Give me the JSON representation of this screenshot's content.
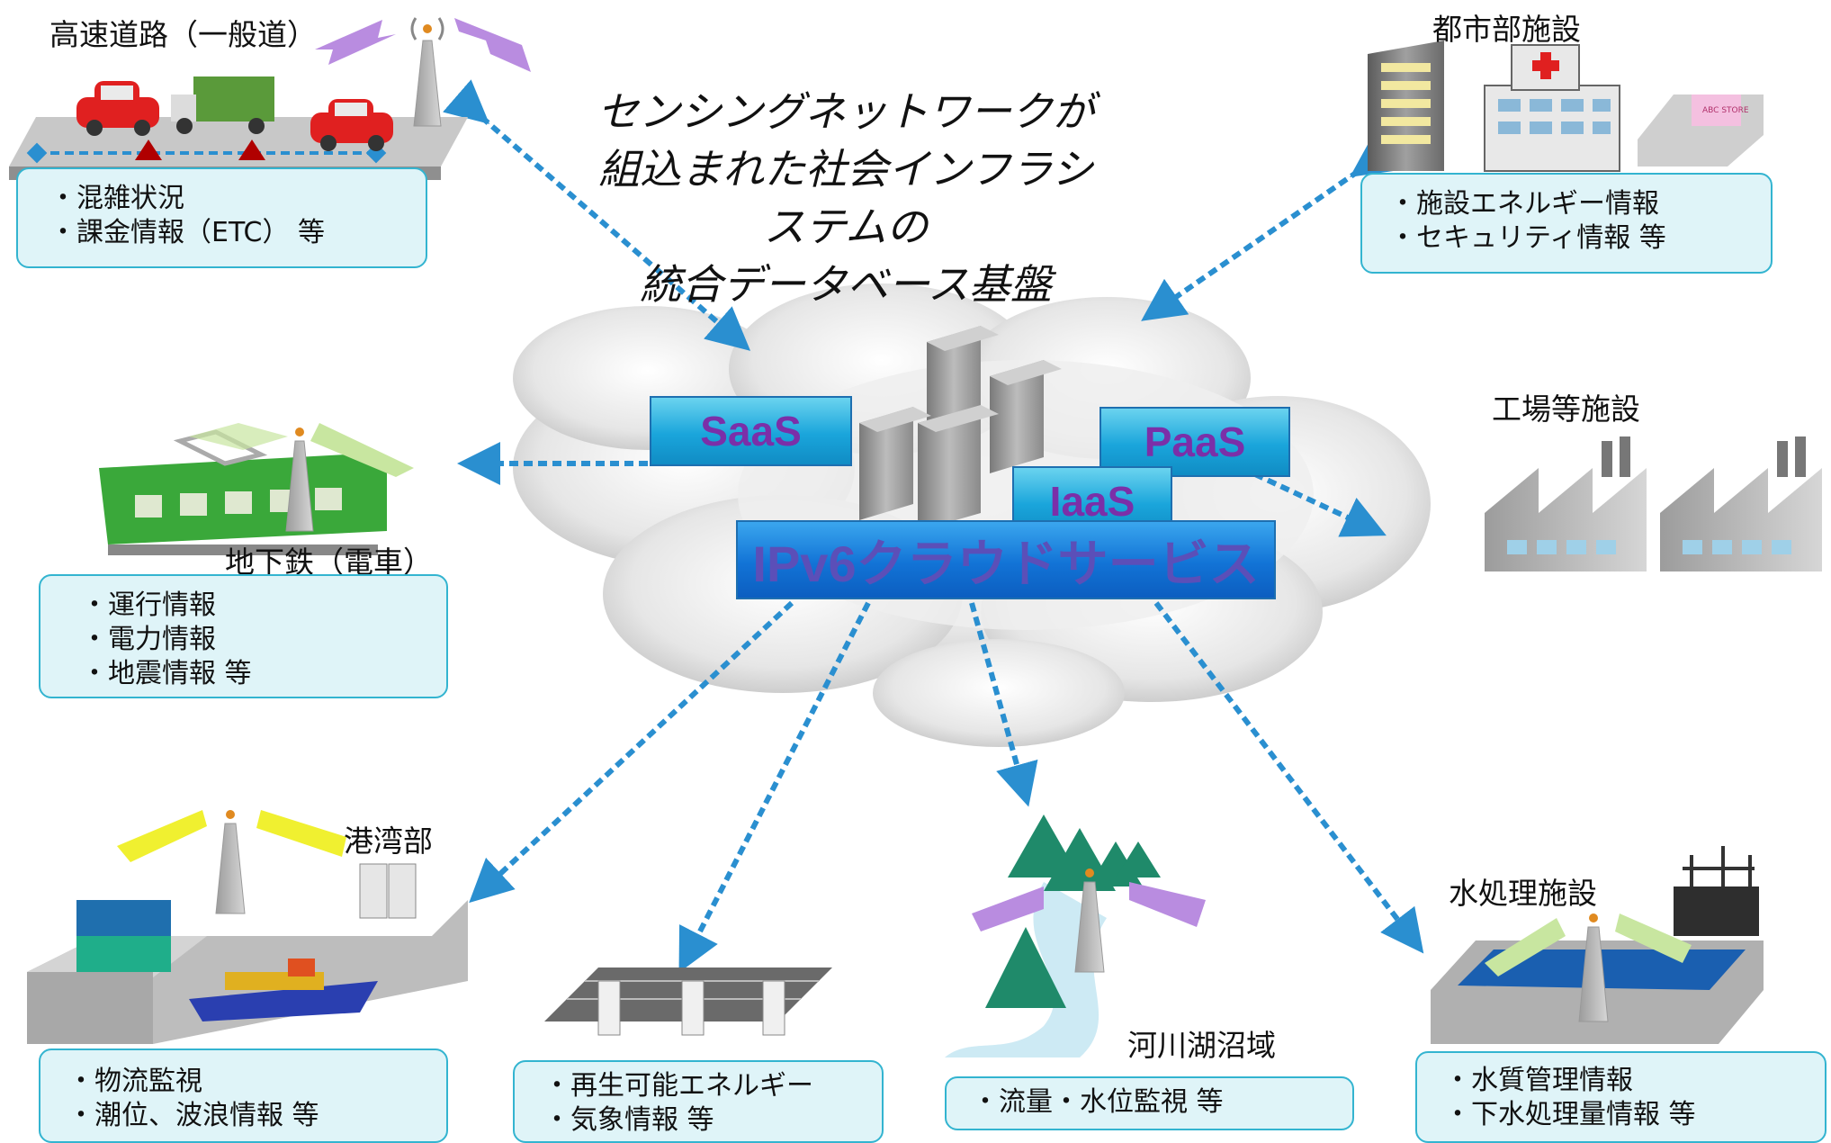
{
  "title_lines": [
    "センシングネットワークが",
    "組込まれた社会インフラシステムの",
    "統合データベース基盤"
  ],
  "cloud": {
    "services": [
      "SaaS",
      "PaaS",
      "IaaS"
    ],
    "main": "IPv6クラウドサービス"
  },
  "nodes": {
    "highway": {
      "title": "高速道路（一般道）",
      "items": [
        "混雑状況",
        "課金情報（ETC） 等"
      ]
    },
    "urban": {
      "title": "都市部施設",
      "items": [
        "施設エネルギー情報",
        "セキュリティ情報 等"
      ]
    },
    "subway": {
      "title": "地下鉄（電車）",
      "items": [
        "運行情報",
        "電力情報",
        "地震情報 等"
      ]
    },
    "factory": {
      "title": "工場等施設"
    },
    "port": {
      "title": "港湾部",
      "items": [
        "物流監視",
        "潮位、波浪情報 等"
      ]
    },
    "renewable": {
      "items": [
        "再生可能エネルギー",
        "気象情報 等"
      ]
    },
    "river": {
      "title": "河川湖沼域",
      "items": [
        "流量・水位監視 等"
      ]
    },
    "water": {
      "title": "水処理施設",
      "items": [
        "水質管理情報",
        "下水処理量情報 等"
      ]
    }
  },
  "icons": [
    "antenna-icon",
    "car-icon",
    "truck-icon",
    "server-icon",
    "building-icon",
    "hospital-icon",
    "store-icon",
    "train-icon",
    "factory-icon",
    "ship-icon",
    "container-icon",
    "solar-panel-icon",
    "sensor-icon",
    "tree-icon",
    "river-icon",
    "water-tank-icon"
  ],
  "store_sign": "ABC STORE",
  "colors": {
    "link_arrow": "#2a8fd0",
    "box_fill": "#dff4f8",
    "box_border": "#33b4d0",
    "service_text": "#7b2fa8",
    "main_service": "#1273d6"
  }
}
